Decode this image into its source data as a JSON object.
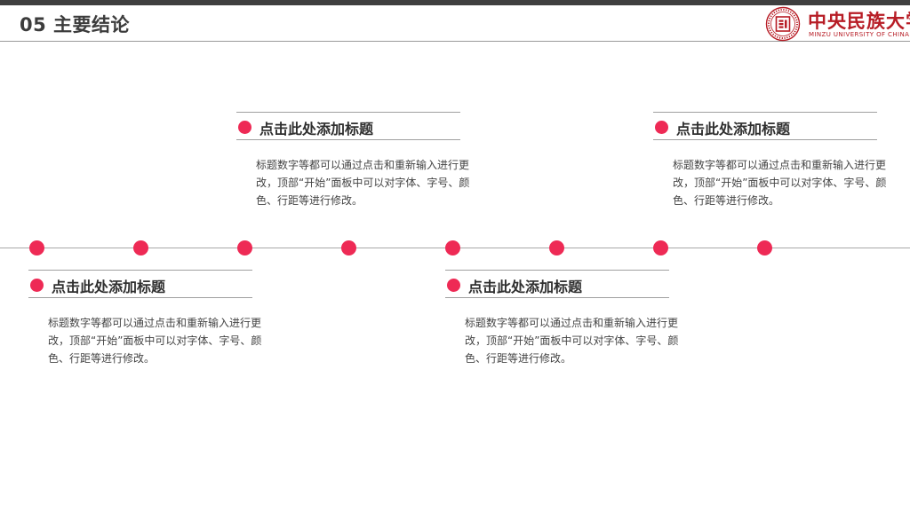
{
  "header": {
    "title": "05 主要结论",
    "logo_cn": "中央民族大学",
    "logo_en": "MINZU UNIVERSITY OF CHINA"
  },
  "colors": {
    "accent": "#ee2a55",
    "brand": "#b71c25",
    "topbar": "#3f3f3f"
  },
  "timeline": {
    "dot_count": 8
  },
  "cards": [
    {
      "title": "点击此处添加标题",
      "body": "标题数字等都可以通过点击和重新输入进行更改，顶部“开始”面板中可以对字体、字号、颜色、行距等进行修改。"
    },
    {
      "title": "点击此处添加标题",
      "body": "标题数字等都可以通过点击和重新输入进行更改，顶部“开始”面板中可以对字体、字号、颜色、行距等进行修改。"
    },
    {
      "title": "点击此处添加标题",
      "body": "标题数字等都可以通过点击和重新输入进行更改，顶部“开始”面板中可以对字体、字号、颜色、行距等进行修改。"
    },
    {
      "title": "点击此处添加标题",
      "body": "标题数字等都可以通过点击和重新输入进行更改，顶部“开始”面板中可以对字体、字号、颜色、行距等进行修改。"
    }
  ]
}
